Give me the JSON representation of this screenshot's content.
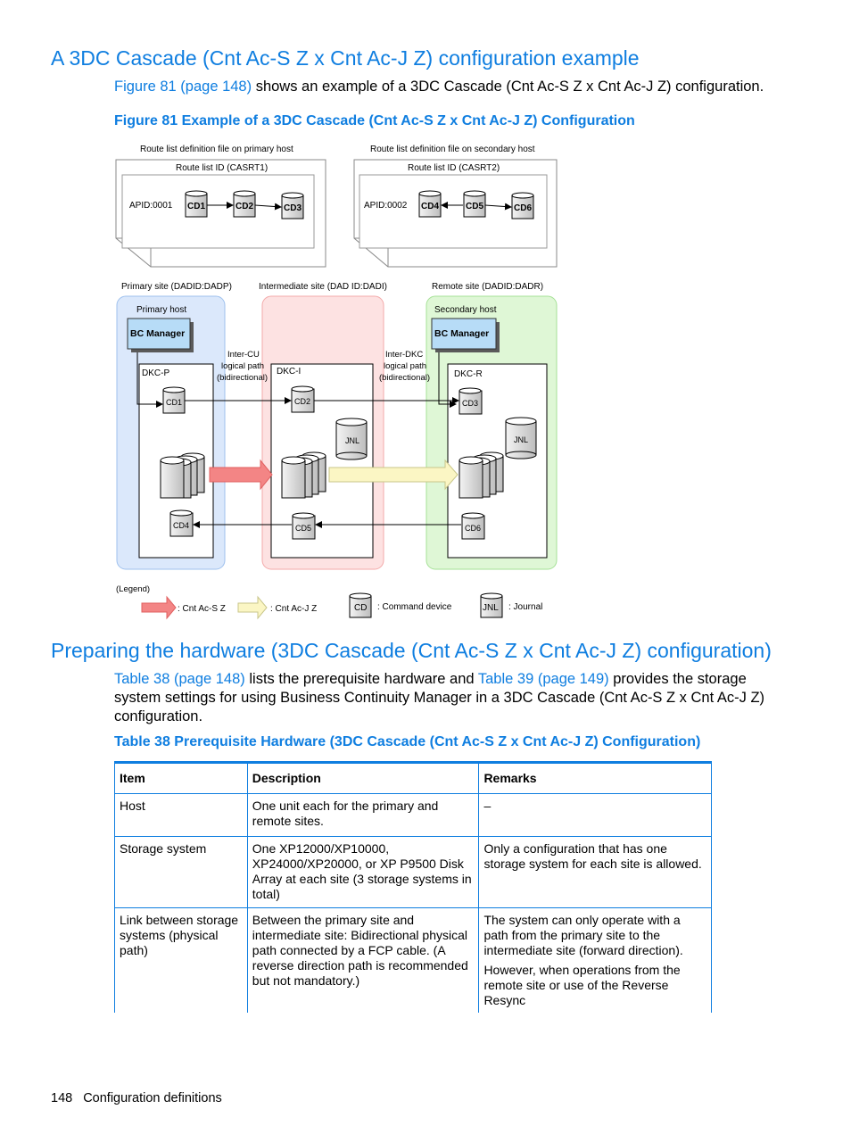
{
  "section1": {
    "title": "A 3DC Cascade (Cnt Ac-S Z x Cnt Ac-J Z) configuration example",
    "intro_link": "Figure 81 (page 148)",
    "intro_text": " shows an example of a 3DC Cascade (Cnt Ac-S Z x Cnt Ac-J Z) configuration."
  },
  "figure": {
    "caption": "Figure 81 Example of a 3DC Cascade (Cnt Ac-S Z x Cnt Ac-J Z) Configuration",
    "route_primary_title": "Route list definition file on primary host",
    "route_secondary_title": "Route list definition file on secondary host",
    "route_primary_id": "Route list ID (CASRT1)",
    "route_secondary_id": "Route list ID (CASRT2)",
    "apid1": "APID:0001",
    "apid2": "APID:0002",
    "cd1": "CD1",
    "cd2": "CD2",
    "cd3": "CD3",
    "cd4": "CD4",
    "cd5": "CD5",
    "cd6": "CD6",
    "site_primary": "Primary site  (DADID:DADP)",
    "site_intermediate": "Intermediate site  (DAD ID:DADI)",
    "site_remote": "Remote site  (DADID:DADR)",
    "primary_host": "Primary host",
    "secondary_host": "Secondary host",
    "bc_manager": "BC Manager",
    "dkc_p": "DKC-P",
    "dkc_i": "DKC-I",
    "dkc_r": "DKC-R",
    "intercu_1": "Inter-CU",
    "intercu_2": "logical path",
    "intercu_3": "(bidirectional)",
    "interdkc_1": "Inter-DKC",
    "interdkc_2": "logical path",
    "interdkc_3": "(bidirectional)",
    "jnl": "JNL",
    "legend_title": "(Legend)",
    "legend_cnt_acs": ": Cnt Ac-S Z",
    "legend_cnt_acj": ": Cnt Ac-J Z",
    "legend_cd": "CD",
    "legend_command_device": ": Command device",
    "legend_jnl": "JNL",
    "legend_journal": ": Journal"
  },
  "section2": {
    "title": "Preparing the hardware (3DC Cascade (Cnt Ac-S Z x Cnt Ac-J Z) configuration)",
    "link1": "Table 38 (page 148)",
    "text1": " lists the prerequisite hardware and ",
    "link2": "Table 39 (page 149)",
    "text2": " provides the storage system settings for using Business Continuity Manager in a 3DC Cascade (Cnt Ac-S Z x Cnt Ac-J Z) configuration."
  },
  "table": {
    "caption": "Table 38 Prerequisite Hardware (3DC Cascade (Cnt Ac-S Z x Cnt Ac-J Z) Configuration)",
    "headers": [
      "Item",
      "Description",
      "Remarks"
    ],
    "rows": [
      {
        "item": "Host",
        "description": "One unit each for the primary and remote sites.",
        "remarks": [
          "–"
        ]
      },
      {
        "item": "Storage system",
        "description": "One XP12000/XP10000, XP24000/XP20000, or XP P9500 Disk Array at each site (3 storage systems in total)",
        "remarks": [
          "Only a configuration that has one storage system for each site is allowed."
        ]
      },
      {
        "item": "Link between storage systems (physical path)",
        "description": "Between the primary site and intermediate site: Bidirectional physical path connected by a FCP cable. (A reverse direction path is recommended but not mandatory.)",
        "remarks": [
          "The system can only operate with a path from the primary site to the intermediate site (forward direction).",
          "However, when operations from the remote site or use of the Reverse Resync"
        ]
      }
    ]
  },
  "footer": {
    "page_number": "148",
    "section": "Configuration definitions"
  },
  "colors": {
    "accent": "#0f7ee0",
    "primary_site_bg": "#dbe8fb",
    "intermediate_site_bg": "#fde2e2",
    "remote_site_bg": "#dff7d6"
  }
}
